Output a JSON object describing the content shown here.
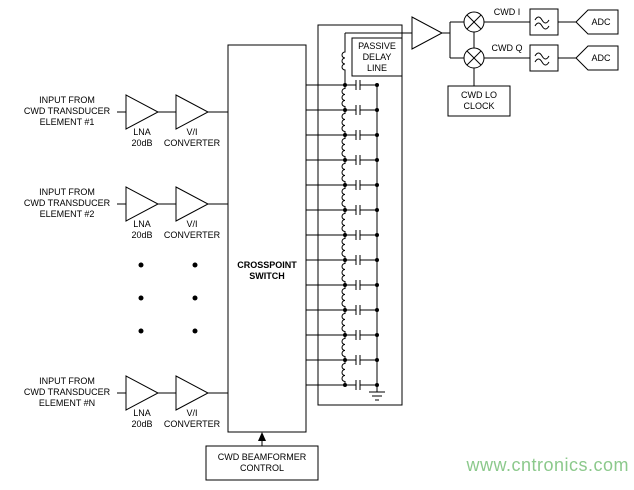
{
  "diagram": {
    "channels": [
      {
        "input": "INPUT FROM\nCWD TRANSDUCER\nELEMENT #1",
        "lna": "LNA\n20dB",
        "vi": "V/I\nCONVERTER"
      },
      {
        "input": "INPUT FROM\nCWD TRANSDUCER\nELEMENT #2",
        "lna": "LNA\n20dB",
        "vi": "V/I\nCONVERTER"
      },
      {
        "input": "INPUT FROM\nCWD TRANSDUCER\nELEMENT #N",
        "lna": "LNA\n20dB",
        "vi": "V/I\nCONVERTER"
      }
    ],
    "crosspoint_switch": "CROSSPOINT\nSWITCH",
    "passive_delay_line": "PASSIVE\nDELAY\nLINE",
    "beamformer_control": "CWD BEAMFORMER\nCONTROL",
    "lo_clock": "CWD LO\nCLOCK",
    "cwd_i": "CWD I",
    "cwd_q": "CWD Q",
    "adc": "ADC",
    "watermark": "www.cntronics.com"
  },
  "colors": {
    "line": "#000000",
    "background": "#ffffff",
    "watermark": "#8cc98c"
  }
}
